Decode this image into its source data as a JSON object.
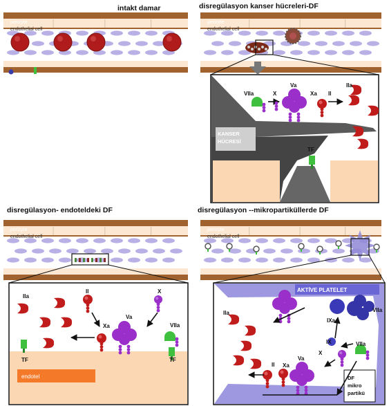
{
  "titles": {
    "intact": "intakt  damar",
    "cancer": "disregülasyon kanser hücreleri-DF",
    "endothelium": "disregülasyon- endoteldeki DF",
    "microparticle": "disregülasyon --mikropartiküllerde DF"
  },
  "layer_labels": {
    "pericyte": "pericyte",
    "endothelial_cell": "endothelial cell"
  },
  "factors": {
    "VIIa": "VIIa",
    "X": "X",
    "Va": "Va",
    "Xa": "Xa",
    "II": "II",
    "IIa": "IIa",
    "TF": "TF",
    "IXa": "IXa",
    "IX": "IX"
  },
  "labels": {
    "cancer_cell_line1": "KANSER",
    "cancer_cell_line2": "HÜCRESİ",
    "endothelium": "endotel",
    "active_platelet": "AKTİVE PLATELET",
    "df_line1": "DF",
    "df_line2": "mikro",
    "df_line3": "partikü"
  },
  "colors": {
    "vessel_brown": "#a0622e",
    "lumen": "#fce8d2",
    "rbc": "#b01c1c",
    "platelet_ellipse": "#b9b0e6",
    "factor_purple": "#9a2fc9",
    "factor_red": "#c11c1c",
    "tf_green": "#3fc03f",
    "cancer_gray": "#5a5a5a",
    "panel_border": "#111111",
    "endotel_orange": "#f47a2a",
    "platelet_blue": "#6a6ad8"
  }
}
